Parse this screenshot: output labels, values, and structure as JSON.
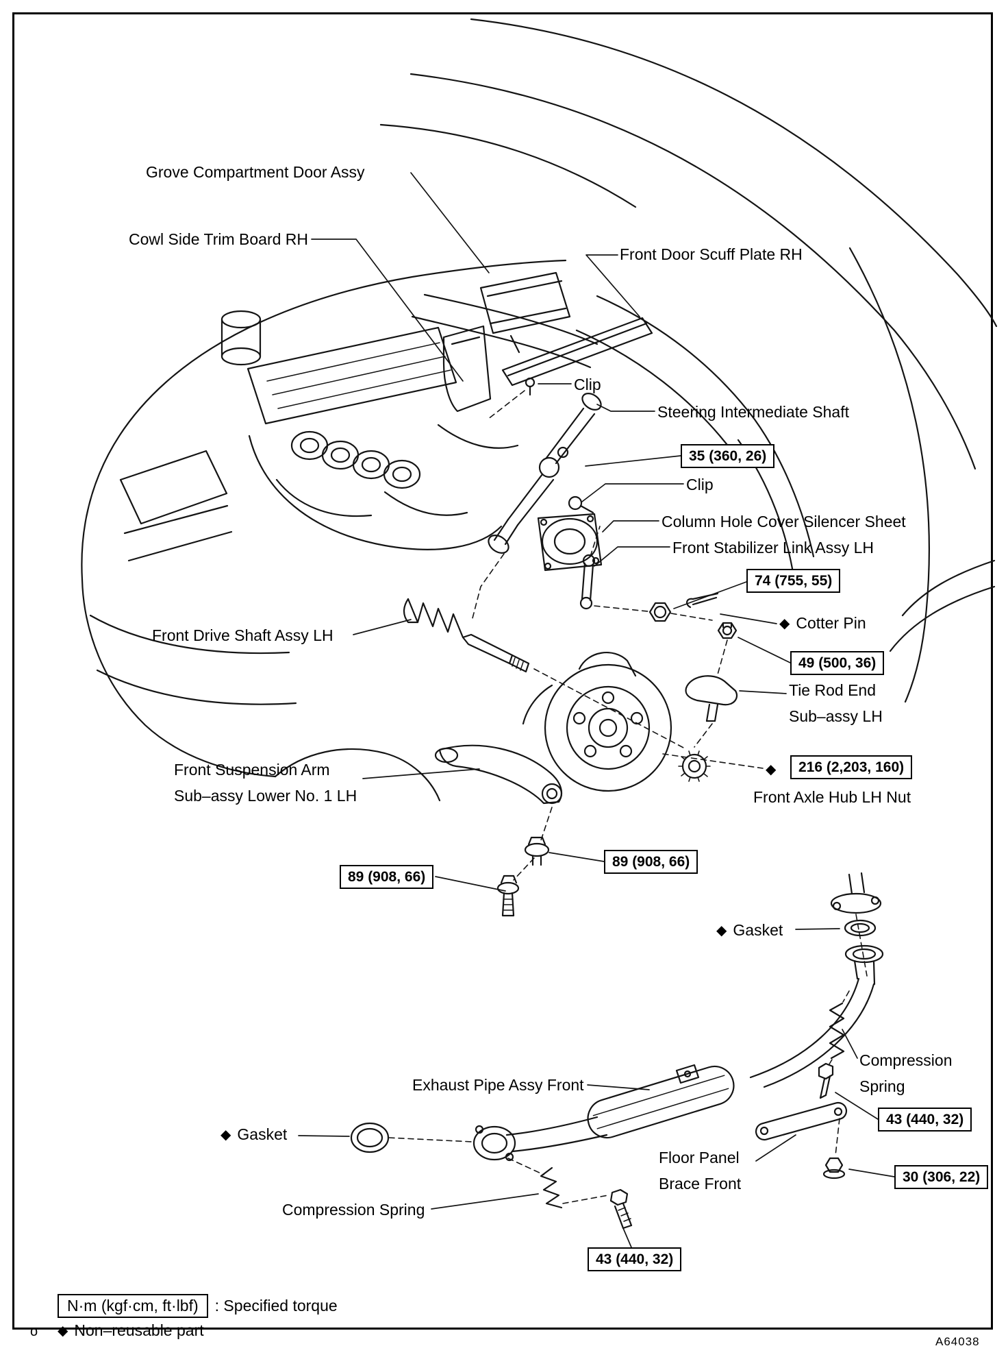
{
  "figure": {
    "code": "A64038"
  },
  "symbols": {
    "non_reusable_diamond": "◆"
  },
  "labels": {
    "grove_compartment_door": "Grove Compartment Door Assy",
    "cowl_side_trim": "Cowl Side Trim Board RH",
    "front_door_scuff_plate": "Front Door Scuff Plate RH",
    "clip_upper": "Clip",
    "steering_intermediate_shaft": "Steering Intermediate Shaft",
    "clip_lower": "Clip",
    "column_hole_cover_silencer_sheet": "Column Hole Cover Silencer Sheet",
    "front_stabilizer_link": "Front Stabilizer Link Assy LH",
    "cotter_pin": "Cotter Pin",
    "front_drive_shaft": "Front Drive Shaft Assy LH",
    "tie_rod_end_1": "Tie Rod End",
    "tie_rod_end_2": "Sub–assy LH",
    "front_axle_hub_nut": "Front Axle Hub LH Nut",
    "front_suspension_arm_1": "Front Suspension Arm",
    "front_suspension_arm_2": "Sub–assy Lower No. 1 LH",
    "gasket_upper": "Gasket",
    "compression_spring_right_1": "Compression",
    "compression_spring_right_2": "Spring",
    "exhaust_pipe_front": "Exhaust Pipe Assy Front",
    "gasket_lower": "Gasket",
    "floor_panel_brace_1": "Floor Panel",
    "floor_panel_brace_2": "Brace Front",
    "compression_spring_bottom": "Compression Spring"
  },
  "torques": {
    "steering_shaft_bolt": "35 (360, 26)",
    "stabilizer_link_nut": "74 (755, 55)",
    "tie_rod_end_nut": "49 (500, 36)",
    "front_axle_hub_nut": "216 (2,203, 160)",
    "suspension_arm_bolt_upper": "89 (908, 66)",
    "suspension_arm_bolt_lower": "89 (908, 66)",
    "exhaust_spring_bolt_right": "43 (440, 32)",
    "floor_brace_nut": "30 (306, 22)",
    "exhaust_spring_bolt_bottom": "43 (440, 32)"
  },
  "legend": {
    "torque_unit_box": "N·m (kgf·cm, ft·lbf)",
    "torque_description": ": Specified torque",
    "non_reusable_description": "Non–reusable part",
    "margin_mark": "o"
  }
}
